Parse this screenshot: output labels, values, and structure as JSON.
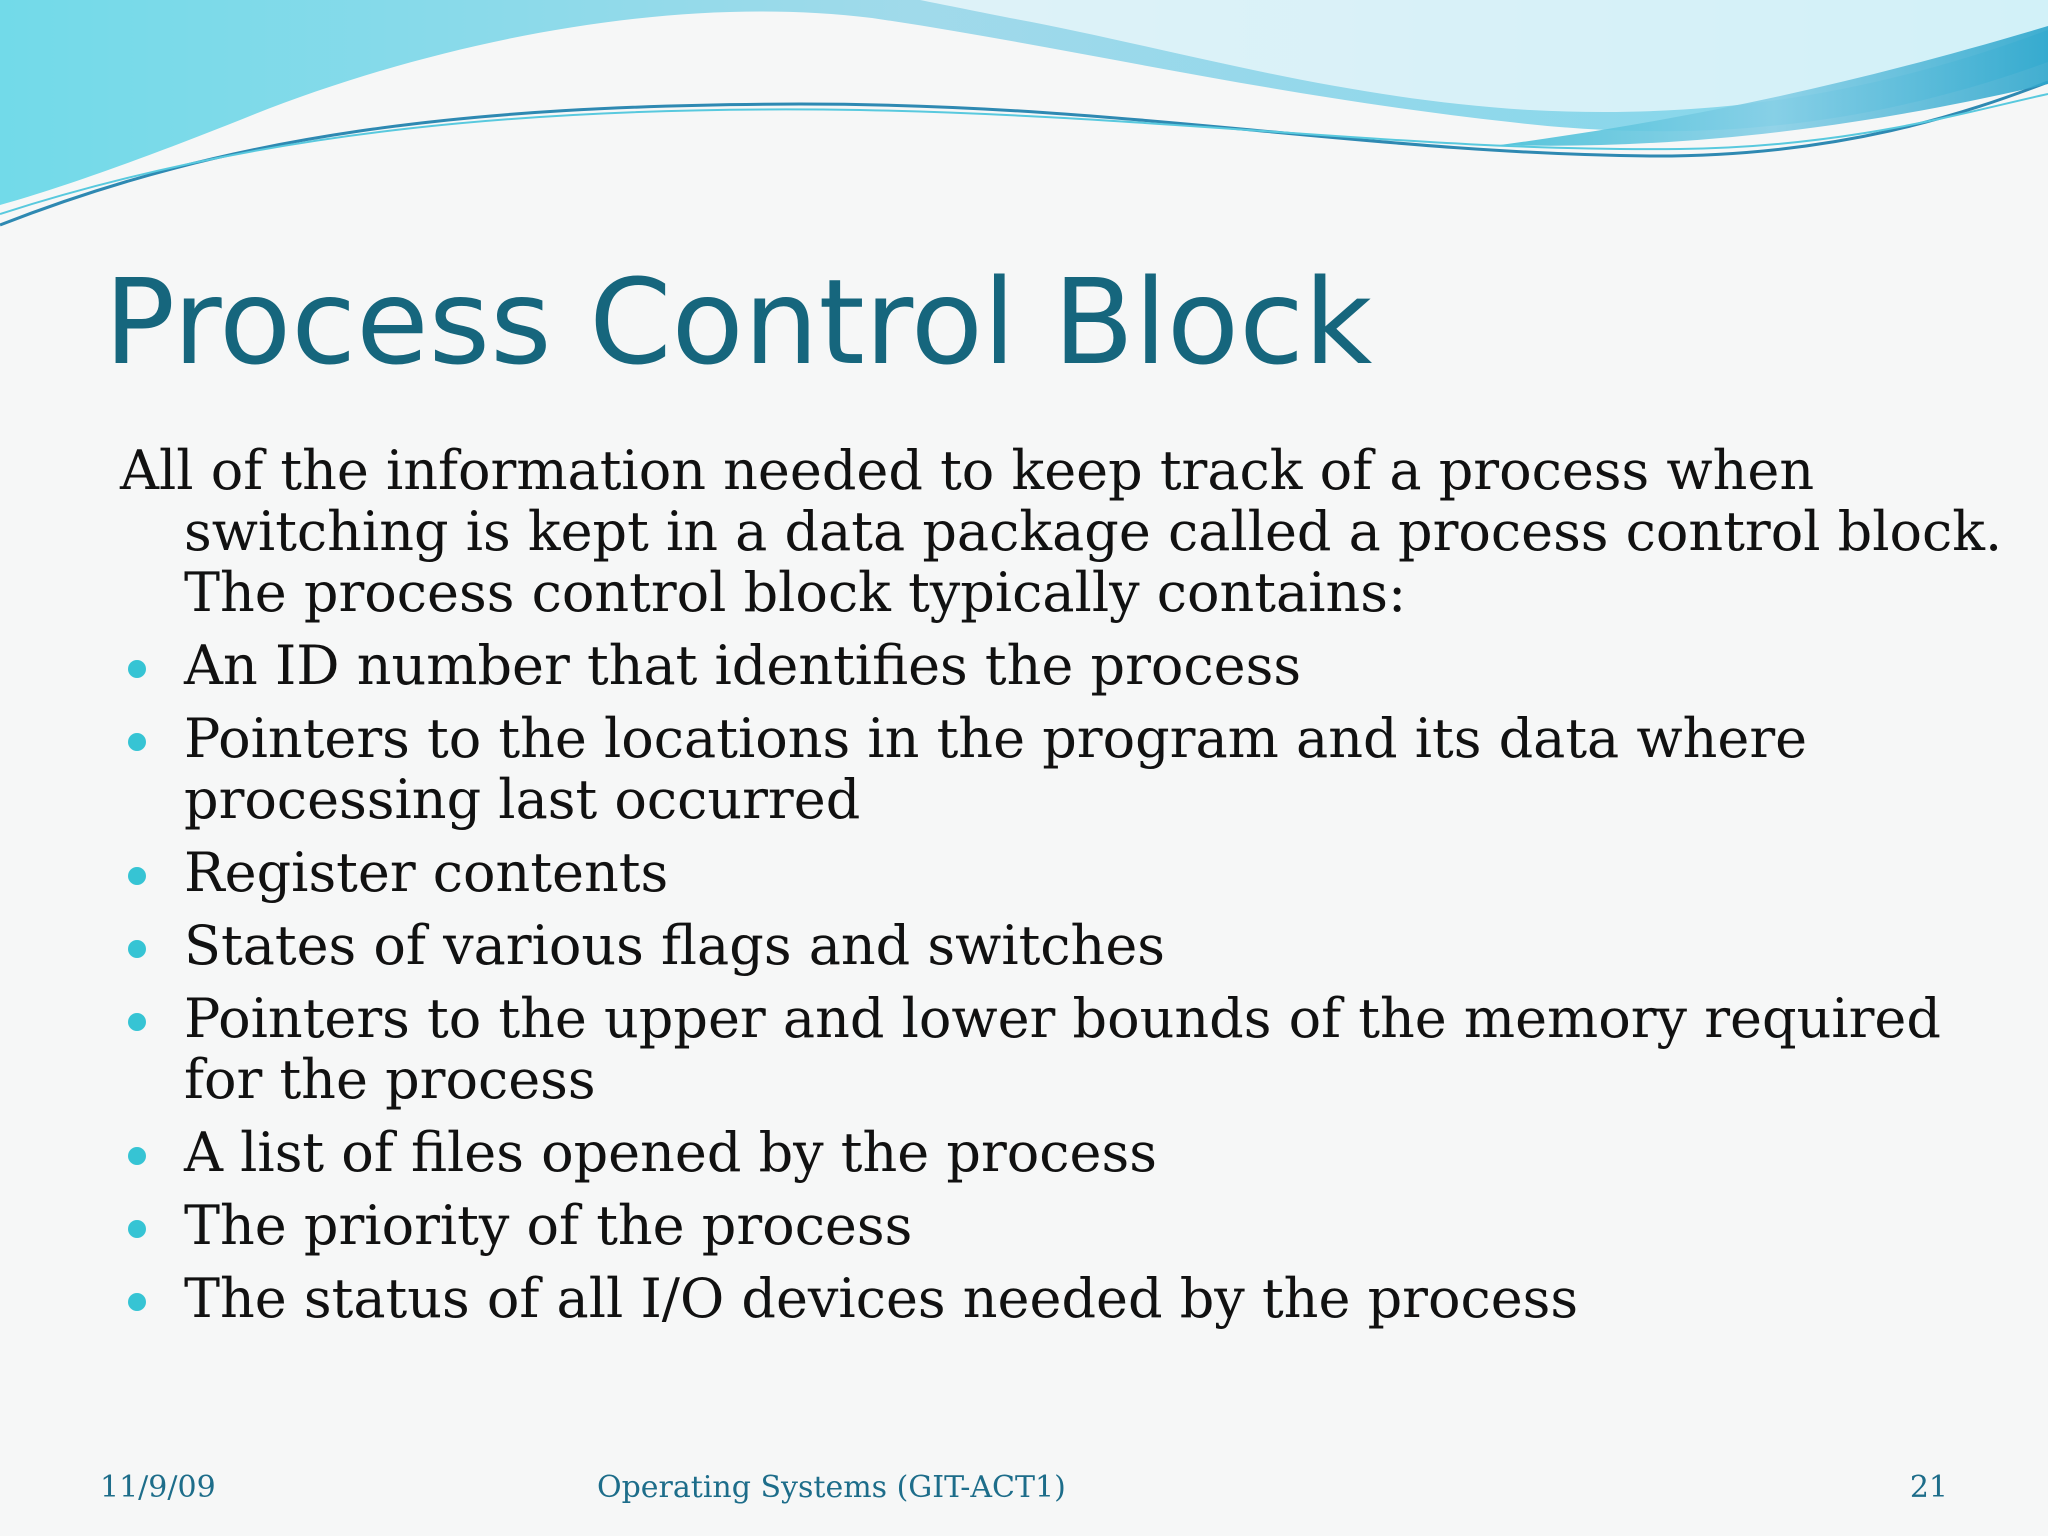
{
  "slide": {
    "title": "Process Control Block",
    "intro": "All of the information needed to keep track of a process when switching is kept in a data package called a process control block. The process control block typically contains:",
    "bullets": [
      "An ID number that identifies the process",
      "Pointers to the locations in the program and its data where processing last occurred",
      "Register contents",
      "States of various flags and switches",
      "Pointers to the upper and lower bounds of the memory required for the process",
      "A list of files opened by the process",
      "The priority of the process",
      "The status of all I/O devices needed by the process"
    ]
  },
  "footer": {
    "date": "11/9/09",
    "center": "Operating Systems (GIT-ACT1)",
    "page": "21"
  },
  "colors": {
    "title": "#16667d",
    "bullet": "#36c4d4",
    "footer": "#1d6d8a",
    "wave_light": "#8fdde9",
    "wave_mid": "#58b8d2",
    "wave_dark": "#2e89b2"
  }
}
